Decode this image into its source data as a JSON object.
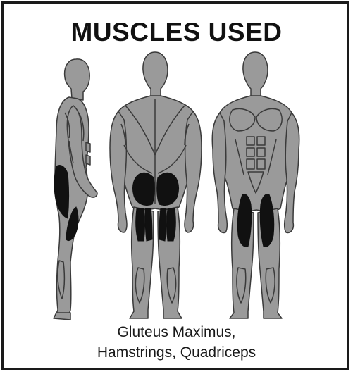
{
  "title": "MUSCLES USED",
  "caption": {
    "line1": "Gluteus Maximus,",
    "line2": "Hamstrings, Quadriceps"
  },
  "muscles_highlighted": [
    "Gluteus Maximus",
    "Hamstrings",
    "Quadriceps"
  ],
  "colors": {
    "body": "#9a9a9a",
    "outline": "#3a3a3a",
    "highlight": "#111111",
    "border": "#1a1a1a"
  }
}
